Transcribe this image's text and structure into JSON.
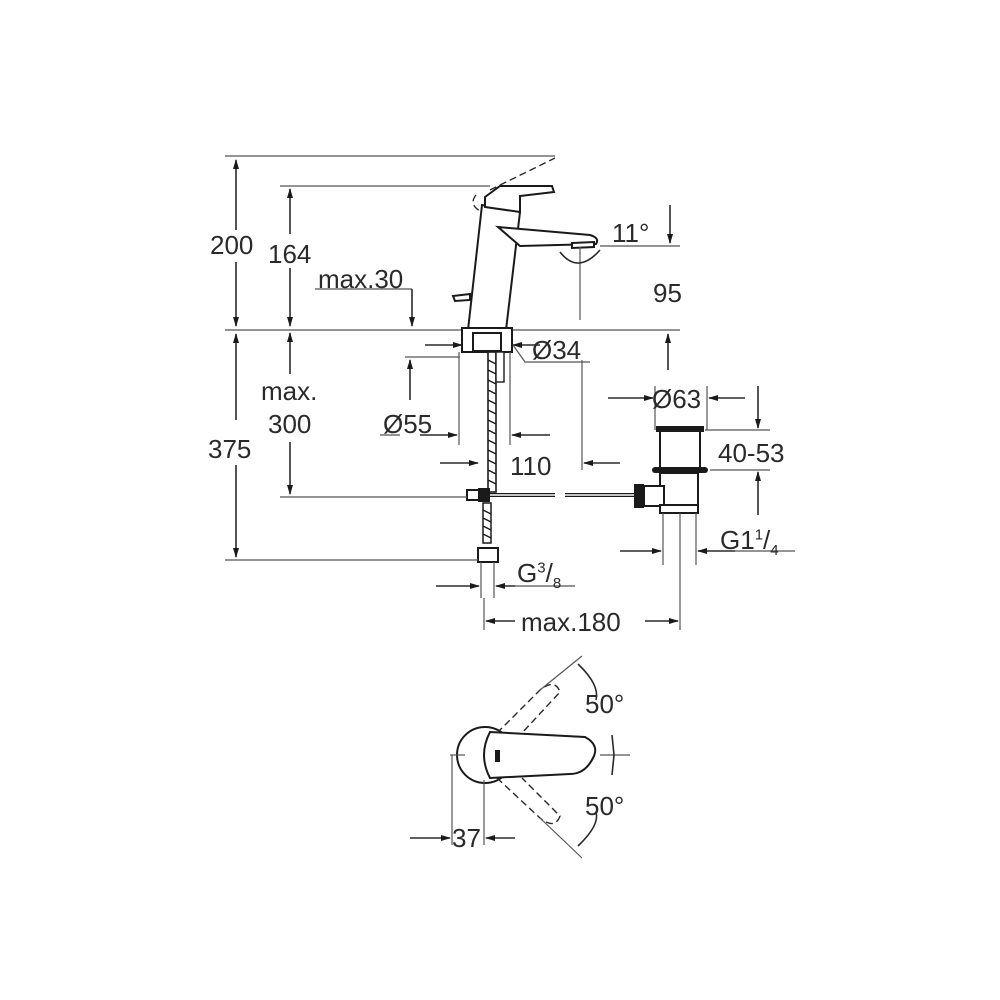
{
  "drawing": {
    "title": "Single-lever basin mixer dimension drawing",
    "line_color": "#2a2a2a",
    "background": "#ffffff"
  },
  "dimensions": {
    "total_height": "200",
    "spout_height": "164",
    "deck_max": "max.30",
    "spout_angle": "11°",
    "spout_outlet_height": "95",
    "shank_diameter": "Ø34",
    "hole_diameter": "Ø55",
    "projection": "110",
    "below_deck_max_label": "max.",
    "below_deck_max_value": "300",
    "hose_length": "375",
    "waste_diameter": "Ø63",
    "waste_range": "40-53",
    "waste_thread_main": "G1",
    "waste_thread_num": "1",
    "waste_thread_den": "4",
    "inlet_thread_main": "G",
    "inlet_thread_num": "3",
    "inlet_thread_den": "8",
    "pop_up_max": "max.180",
    "lever_angle_up": "50°",
    "lever_angle_down": "50°",
    "lever_offset": "37"
  }
}
